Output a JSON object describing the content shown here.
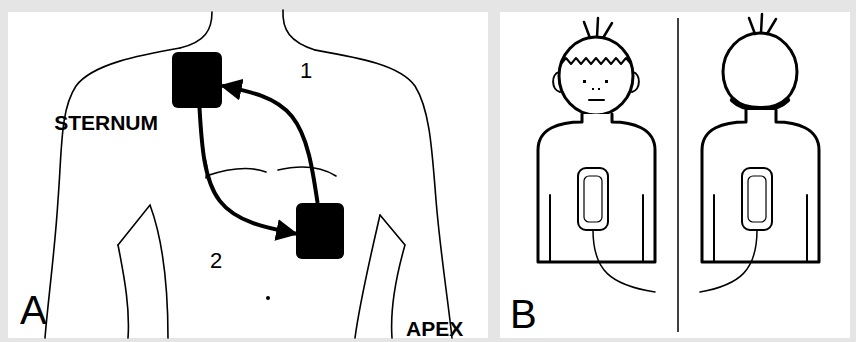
{
  "diagram": {
    "nodes": [
      {
        "text": [
          "A"
        ]
      },
      {
        "text": [
          "STERNUM"
        ],
        "in": 0
      },
      {
        "text": [
          "APEX"
        ],
        "in": 0
      },
      {
        "text": [
          "B"
        ]
      }
    ],
    "edges": [
      {
        "from": 2,
        "to": 1,
        "arrow": "to",
        "label": "1"
      },
      {
        "from": 1,
        "to": 2,
        "arrow": "to",
        "label": "2"
      }
    ]
  }
}
